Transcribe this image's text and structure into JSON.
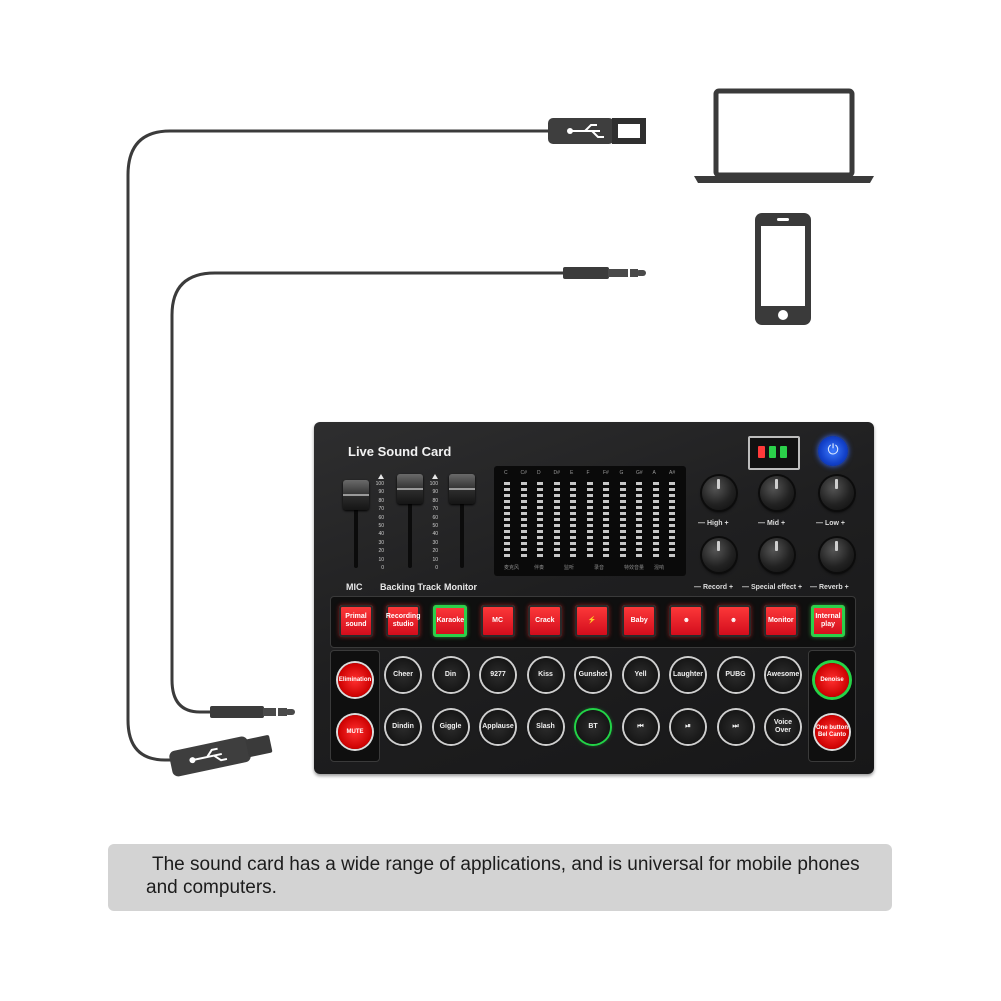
{
  "card": {
    "title": "Live Sound Card",
    "fader_labels": [
      "MIC",
      "Backing Track",
      "Monitor"
    ],
    "fader_scale": [
      "100",
      "90",
      "80",
      "70",
      "60",
      "50",
      "40",
      "30",
      "20",
      "10",
      "0"
    ],
    "note_labels": [
      "C",
      "C#",
      "D",
      "D#",
      "E",
      "F",
      "F#",
      "G",
      "G#",
      "A",
      "A#"
    ],
    "display_labels": [
      "麦克风",
      "伴奏",
      "监听",
      "录音",
      "特效音量",
      "混响"
    ],
    "knob_labels": [
      "— High +",
      "— Mid +",
      "— Low +",
      "— Record +",
      "— Special effect +",
      "— Reverb +"
    ],
    "effects": [
      "Primal sound",
      "Recording studio",
      "Karaoke",
      "MC",
      "Crack",
      "⚡",
      "Baby",
      "☻",
      "☻",
      "Monitor",
      "Internal play"
    ],
    "left_buttons": [
      "Elimination",
      "MUTE"
    ],
    "right_buttons": [
      "Denoise",
      "One button Bel Canto"
    ],
    "pads_row1": [
      "Cheer",
      "Din",
      "9277",
      "Kiss",
      "Gunshot",
      "Yell",
      "Laughter",
      "PUBG",
      "Awesome"
    ],
    "pads_row2": [
      "Dindin",
      "Giggle",
      "Applause",
      "Slash",
      "BT",
      "⏮",
      "⏯",
      "⏭",
      "Voice Over"
    ],
    "power_icon": "⏻"
  },
  "colors": {
    "cable": "#3b3b3b",
    "device": "#3a3a3a",
    "accent_red": "#e01020",
    "accent_green": "#27d448"
  },
  "icons": [
    "usb-plug-icon",
    "audio-jack-icon",
    "laptop-icon",
    "smartphone-icon",
    "power-icon",
    "battery-indicator"
  ],
  "caption": "The sound card has a wide range of applications, and is universal for mobile phones and computers."
}
